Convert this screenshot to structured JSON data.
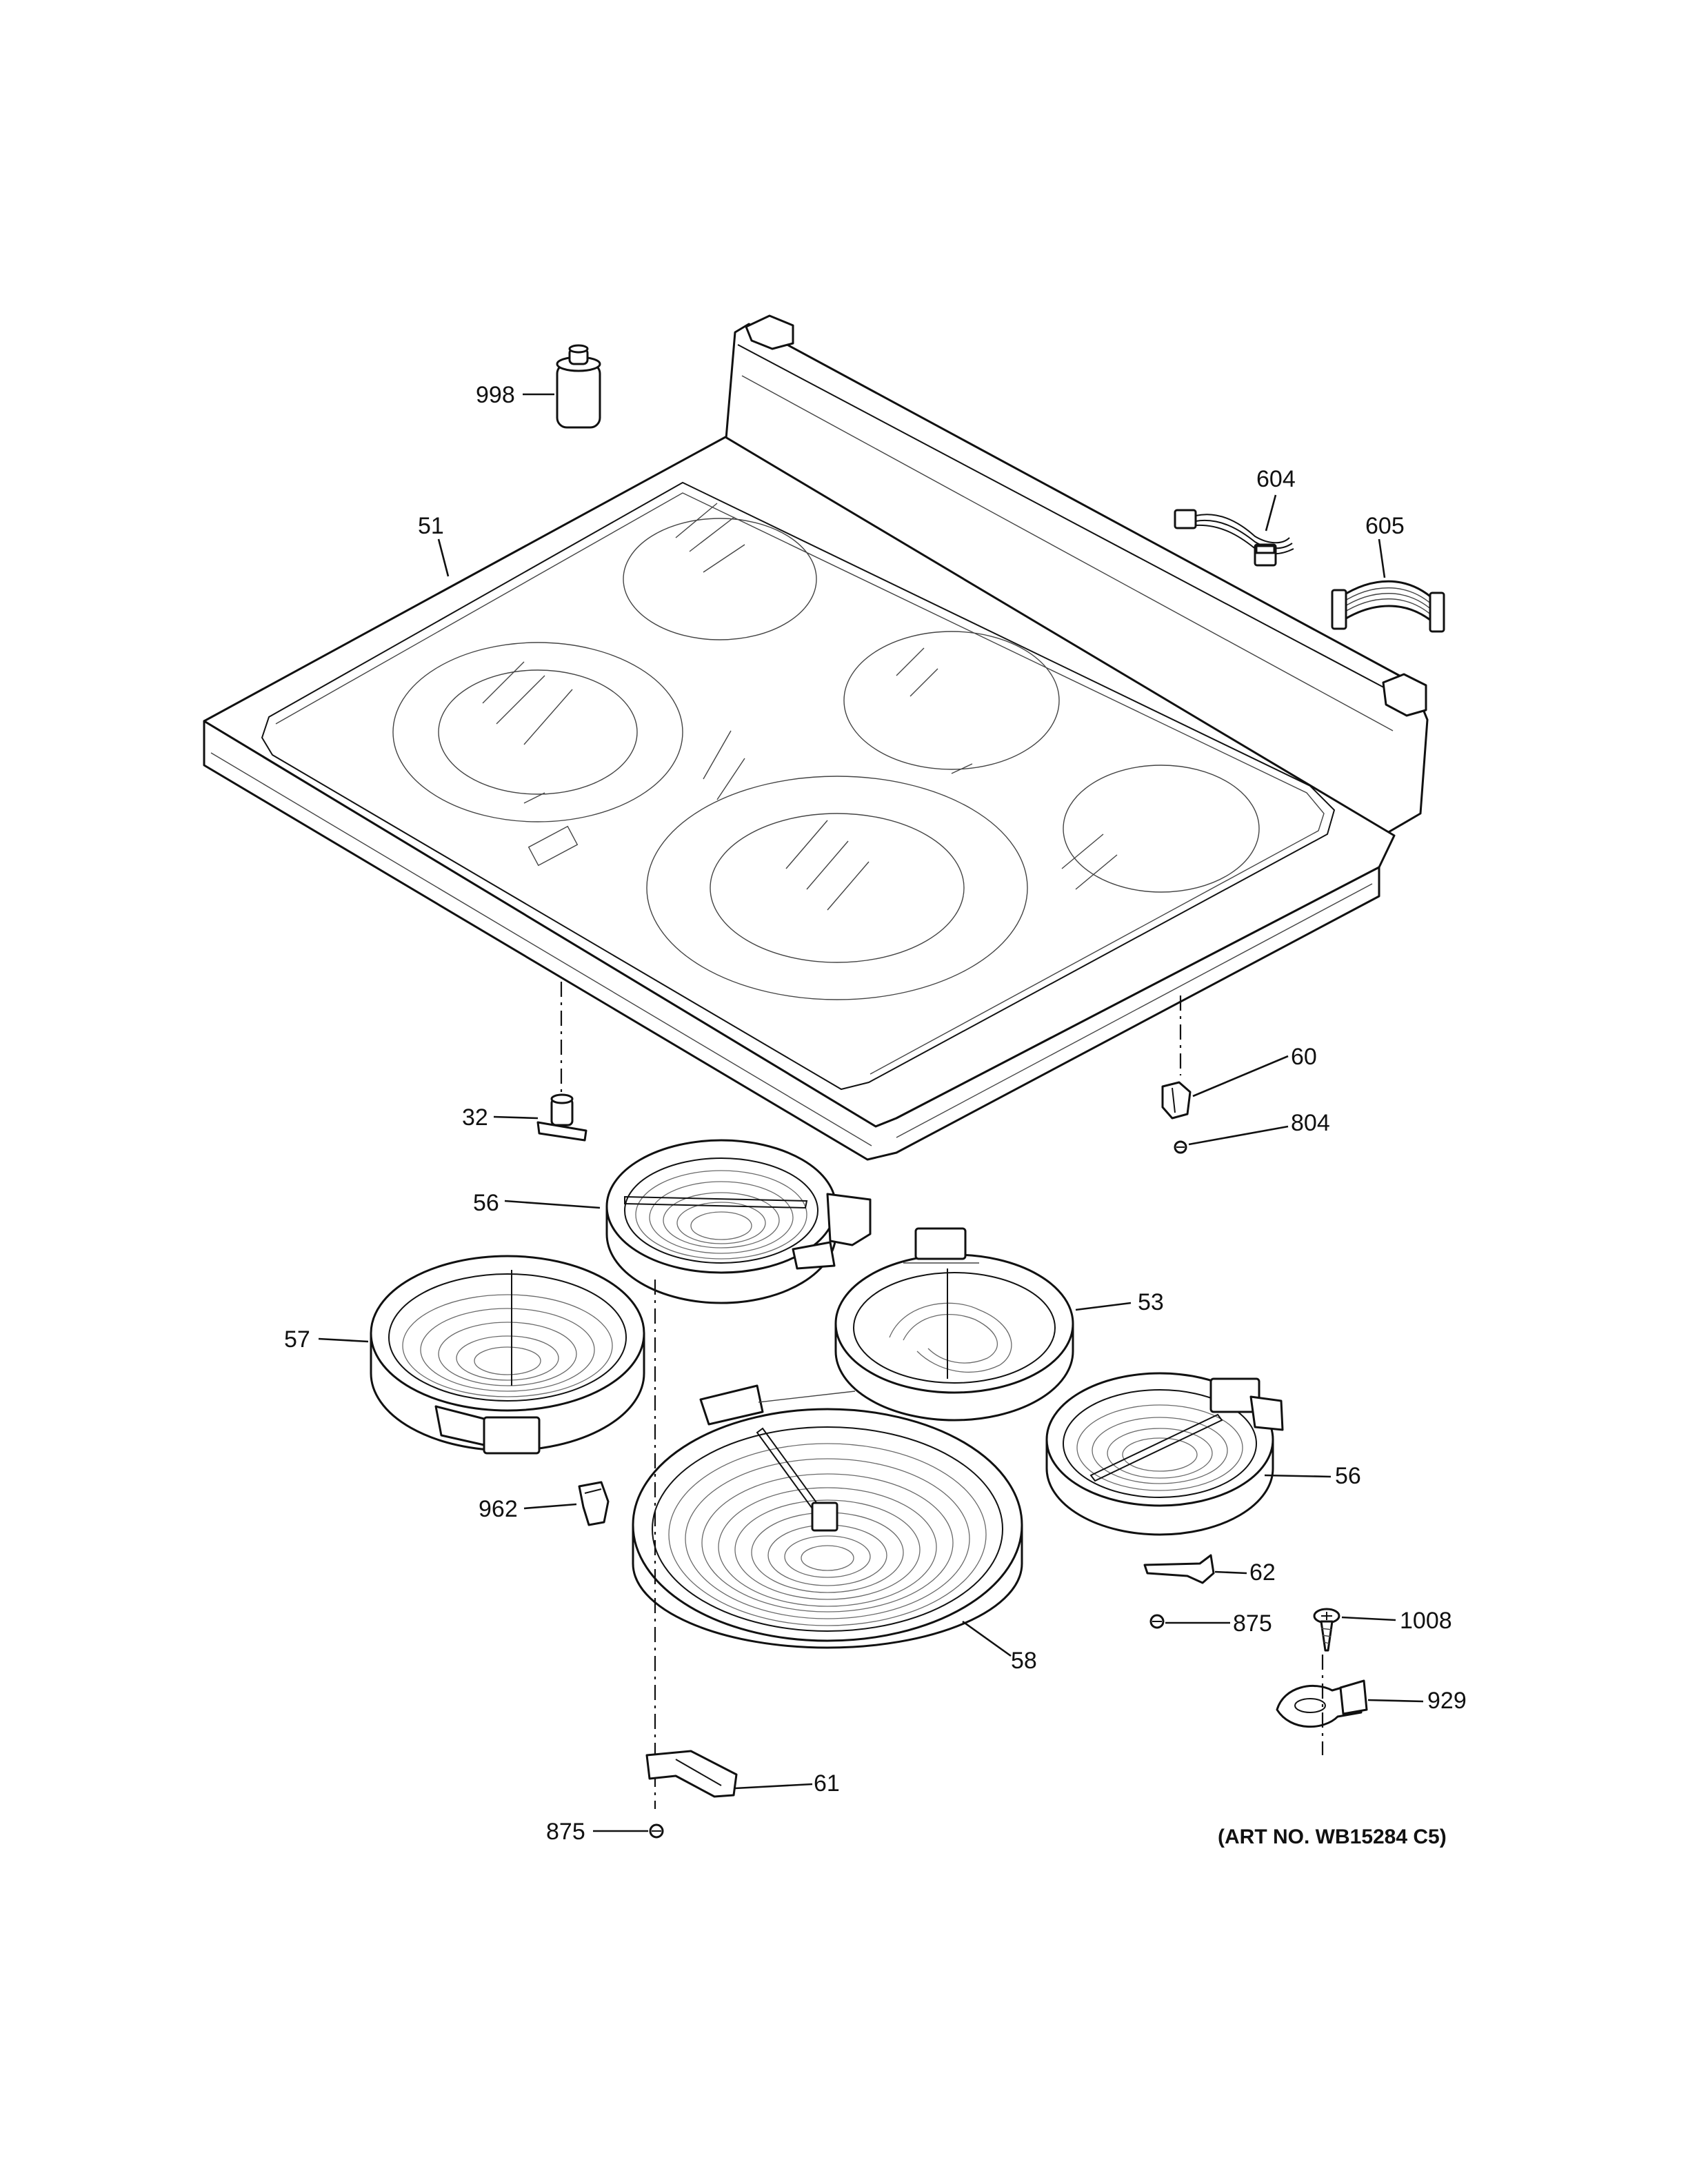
{
  "callouts": {
    "c998": "998",
    "c51": "51",
    "c604": "604",
    "c605": "605",
    "c60": "60",
    "c804": "804",
    "c32": "32",
    "c56a": "56",
    "c53": "53",
    "c57": "57",
    "c56b": "56",
    "c962": "962",
    "c62": "62",
    "c875a": "875",
    "c1008": "1008",
    "c58": "58",
    "c929": "929",
    "c61": "61",
    "c875b": "875"
  },
  "art_number": "(ART NO. WB15284 C5)"
}
